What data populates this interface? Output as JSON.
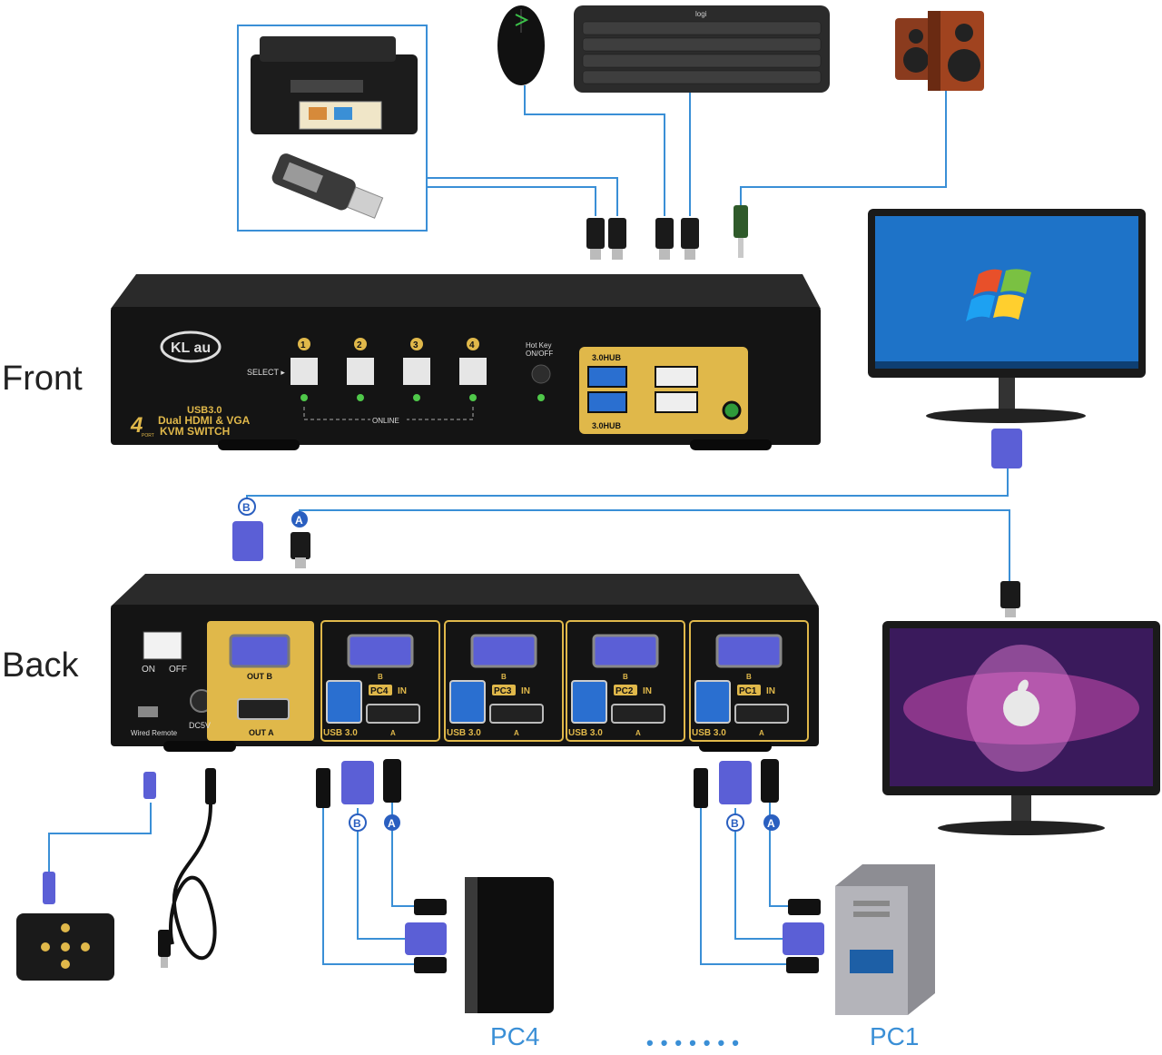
{
  "labels": {
    "front": "Front",
    "back": "Back",
    "pc4": "PC4",
    "pc1": "PC1",
    "dots": "•••••••"
  },
  "brand": {
    "logo_text": "KL au",
    "line1": "USB3.0",
    "line2": "Dual HDMI & VGA",
    "line3": "KVM SWITCH",
    "ports_digit": "4",
    "ports_word": "PORT"
  },
  "front_panel": {
    "select_label": "SELECT ▸",
    "buttons": [
      "1",
      "2",
      "3",
      "4"
    ],
    "online_label": "ONLINE",
    "hotkey_label_1": "Hot Key",
    "hotkey_label_2": "ON/OFF",
    "hub_top": "3.0HUB",
    "hub_bottom": "3.0HUB"
  },
  "back_panel": {
    "switch_on": "ON",
    "switch_off": "OFF",
    "wired_remote": "Wired Remote",
    "dc": "DC5V",
    "out_b": "OUT B",
    "out_a": "OUT A",
    "ports": [
      {
        "pc": "PC4",
        "in": "IN",
        "usb": "USB 3.0",
        "b": "B",
        "a": "A"
      },
      {
        "pc": "PC3",
        "in": "IN",
        "usb": "USB 3.0",
        "b": "B",
        "a": "A"
      },
      {
        "pc": "PC2",
        "in": "IN",
        "usb": "USB 3.0",
        "b": "B",
        "a": "A"
      },
      {
        "pc": "PC1",
        "in": "IN",
        "usb": "USB 3.0",
        "b": "B",
        "a": "A"
      }
    ]
  },
  "badges": {
    "a": "A",
    "b": "B"
  },
  "keyboard_brand": "logi",
  "colors": {
    "line": "#3a8fd6",
    "device": "#141414",
    "gold": "#e0b84a",
    "vga": "#5b5fd6",
    "usb_blue": "#2a6fd0"
  }
}
